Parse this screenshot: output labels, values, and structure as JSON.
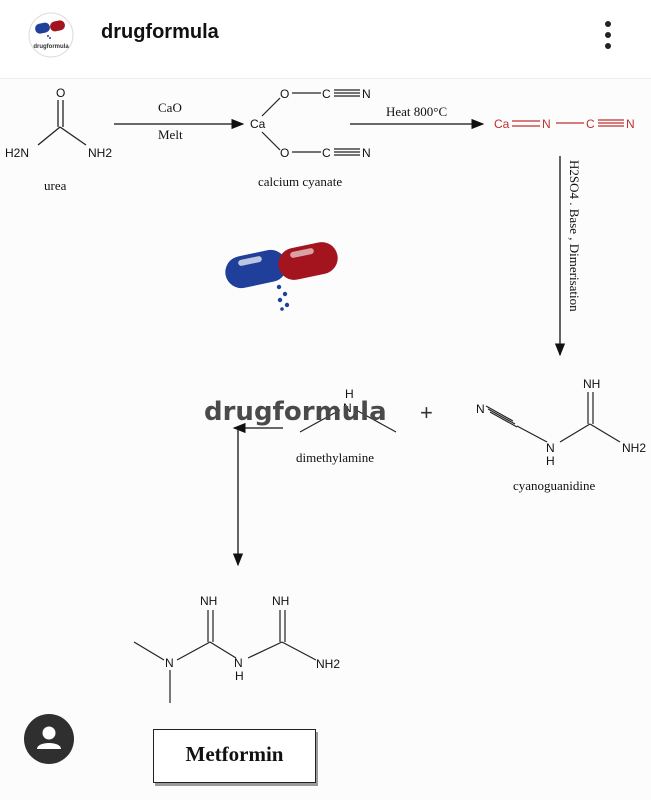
{
  "header": {
    "username": "drugformula",
    "avatar_caption": "drugformula",
    "menu_icon": "more-vertical-icon"
  },
  "scheme": {
    "urea": {
      "label": "urea",
      "O": "O",
      "left_N": "H2N",
      "right_N": "NH2"
    },
    "step1": {
      "reagent": "CaO",
      "condition": "Melt"
    },
    "calcium_cyanate": {
      "label": "calcium cyanate",
      "Ca": "Ca",
      "O": "O",
      "C": "C",
      "N": "N"
    },
    "step2": {
      "condition": "Heat 800°C"
    },
    "calcium_cyanamide": {
      "Ca": "Ca",
      "N": "N",
      "C": "C",
      "N2": "N"
    },
    "step3": {
      "condition": "H2SO4 . Base , Dimerisation"
    },
    "dimethylamine": {
      "label": "dimethylamine",
      "N": "N",
      "H": "H"
    },
    "plus": "+",
    "cyanoguanidine": {
      "label": "cyanoguanidine",
      "N": "N",
      "NH": "NH",
      "N_H": "N",
      "H": "H",
      "NH2": "NH2"
    },
    "metformin": {
      "NH_left": "NH",
      "NH_right": "NH",
      "N": "N",
      "N_bridge": "N",
      "H": "H",
      "NH2": "NH2"
    },
    "product_label": "Metformin"
  },
  "watermark": {
    "text": "drugformula"
  },
  "colors": {
    "blue_capsule": "#1f3f9a",
    "red_capsule": "#a3141f",
    "red_text": "#c0302f"
  }
}
